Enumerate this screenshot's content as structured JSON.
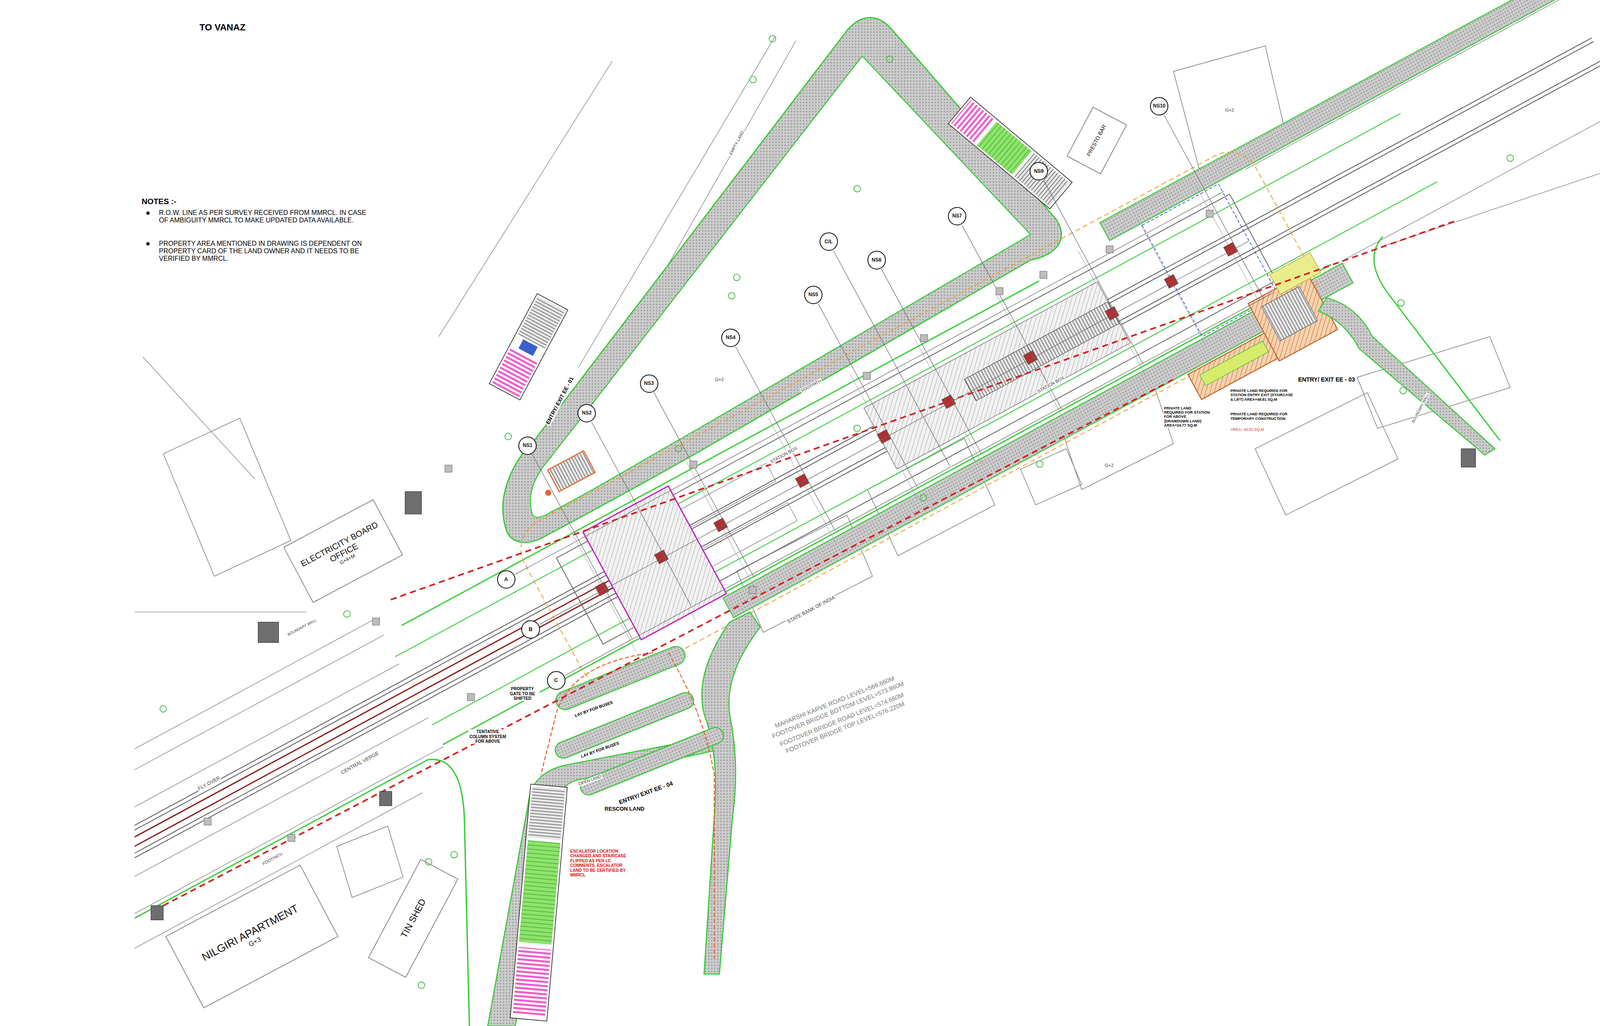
{
  "diagram": {
    "nodes": [
      {
        "text": [
          "ELECTRICITY BOARD OFFICE",
          "G+4+M"
        ]
      },
      {
        "text": [
          "NILGIRI APARTMENT",
          "G+3"
        ]
      },
      {
        "text": [
          "TIN SHED"
        ]
      },
      {
        "text": [
          "PRESTO BAR"
        ]
      },
      {
        "text": [
          "NS1"
        ]
      },
      {
        "text": [
          "NS2"
        ]
      },
      {
        "text": [
          "NS3"
        ]
      },
      {
        "text": [
          "NS4"
        ]
      },
      {
        "text": [
          "NS5"
        ]
      },
      {
        "text": [
          "C/L"
        ]
      },
      {
        "text": [
          "NS6"
        ]
      },
      {
        "text": [
          "NS7"
        ]
      },
      {
        "text": [
          "NS9"
        ]
      },
      {
        "text": [
          "NS10"
        ]
      },
      {
        "text": [
          "A"
        ]
      },
      {
        "text": [
          "B"
        ]
      },
      {
        "text": [
          "C"
        ]
      }
    ],
    "labels": [
      "TO VANAZ",
      "NOTES :-",
      "R.O.W. LINE AS PER SURVEY RECEIVED FROM MMRCL. IN CASE OF AMBIGUITY MMRCL TO MAKE UPDATED DATA AVAILABLE.",
      "PROPERTY AREA MENTIONED IN DRAWING IS DEPENDENT ON PROPERTY CARD OF THE LAND OWNER AND IT NEEDS TO BE VERIFIED BY MMRCL.",
      "ENTRY/ EXIT EE - 01",
      "ENTRY/ EXIT EE - 03",
      "ENTRY/ EXIT EE - 04",
      "RESCON LAND",
      "PRIVATE LAND REQUIRED FOR STATION FOR ABOVE (DRAWDOWN LAND) AREA=24.77 SQ.M",
      "PRIVATE LAND REQUIRED FOR STATION ENTRY EXIT (STAIRCASE & LIFT) AREA=48.81 SQ.M",
      "PRIVATE LAND REQUIRED FOR TEMPORARY CONSTRUCTION",
      "AREA= 40.51 SQ.M",
      "ESCALATOR LOCATION CHANGED AND STAIRCASE FLIPPED AS PER LC COMMENTS. ESCALATOR LAND TO BE CERTIFIED BY MMRCL",
      "MAHARSHI KARVE ROAD LEVEL=566.660M",
      "FOOTOVER BRIDGE BOTTOM LEVEL=573.860M",
      "FOOTOVER BRIDGE ROAD LEVEL=574.660M",
      "FOOTOVER BRIDGE TOP LEVEL=576.220M",
      "STATE BANK OF INDIA",
      "CENTRAL VERGE",
      "FLY OVER",
      "STATION BOX",
      "STATION BOX",
      "PROPERTY GATE TO BE SHIFTED",
      "TENTATIVE COLUMN SYSTEM FOR ABOVE",
      "LAY BY FOR BUSES",
      "LAY BY FOR BUSES",
      "OPEN LAND",
      "EMPTY LAND",
      "FOOTPATH",
      "FOOTPATH",
      "BOUNDARY WALL",
      "BOUNDARY WALL",
      "G+2",
      "G+2",
      "G+2"
    ]
  }
}
